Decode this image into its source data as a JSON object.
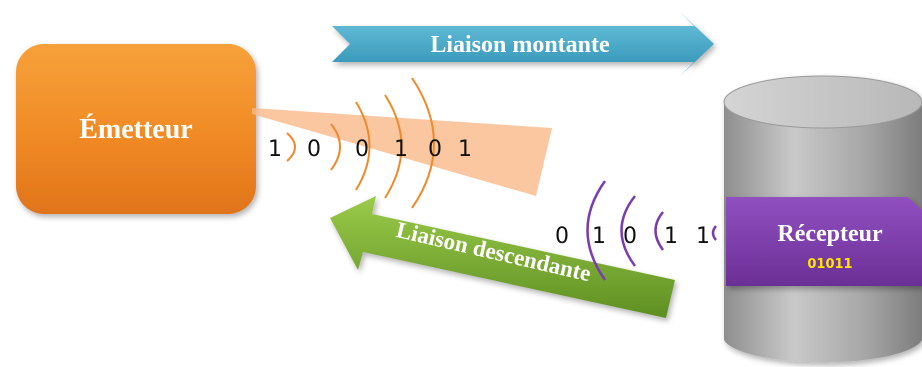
{
  "emitter": {
    "label": "Émetteur"
  },
  "receiver": {
    "label": "Récepteur",
    "code": "01011"
  },
  "uplink": {
    "label": "Liaison montante",
    "bits": [
      "1",
      "0",
      "0",
      "1",
      "0",
      "1"
    ]
  },
  "downlink": {
    "label": "Liaison descendante",
    "bits": [
      "0",
      "1",
      "0",
      "1",
      "1"
    ]
  },
  "colors": {
    "emitter_orange": "#F28A23",
    "uplink_blue": "#3AA6C6",
    "downlink_green": "#73A82C",
    "receiver_gray": "#9E9E9E",
    "receiver_purple": "#7B3FA6",
    "wave_orange": "#F0892A",
    "wave_purple": "#7A3DB0",
    "code_yellow": "#FFE600"
  }
}
